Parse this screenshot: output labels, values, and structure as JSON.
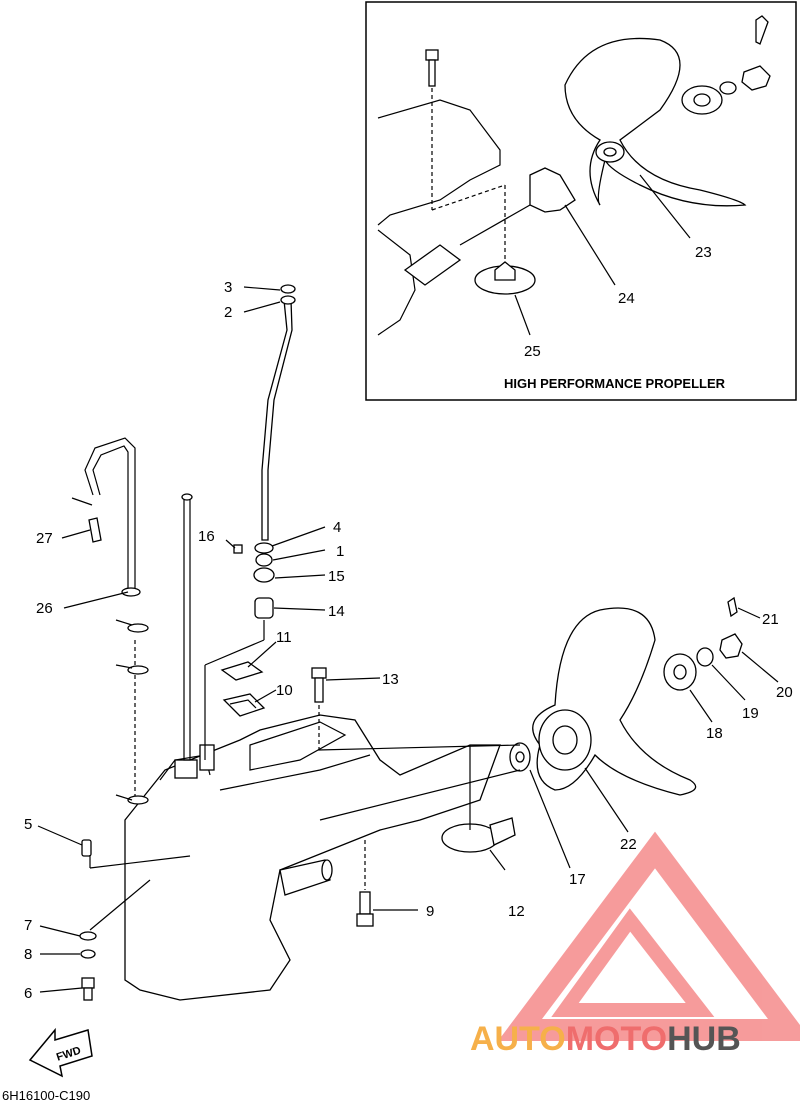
{
  "inset": {
    "title": "HIGH PERFORMANCE PROPELLER"
  },
  "callouts": {
    "c1": "1",
    "c2": "2",
    "c3": "3",
    "c4": "4",
    "c5": "5",
    "c6": "6",
    "c7": "7",
    "c8": "8",
    "c9": "9",
    "c10": "10",
    "c11": "11",
    "c12": "12",
    "c13": "13",
    "c14": "14",
    "c15": "15",
    "c16": "16",
    "c17": "17",
    "c18": "18",
    "c19": "19",
    "c20": "20",
    "c21": "21",
    "c22": "22",
    "c23": "23",
    "c24": "24",
    "c25": "25",
    "c26": "26",
    "c27": "27"
  },
  "fwd_arrow": {
    "text": "FWD"
  },
  "drawing_code": "6H16100-C190",
  "watermark": {
    "part1": "AUTO",
    "part2": "MOTO",
    "part3": "HUB",
    "colors": {
      "auto": "#f6b04a",
      "moto": "#ef6d6d",
      "hub": "#555555"
    }
  }
}
